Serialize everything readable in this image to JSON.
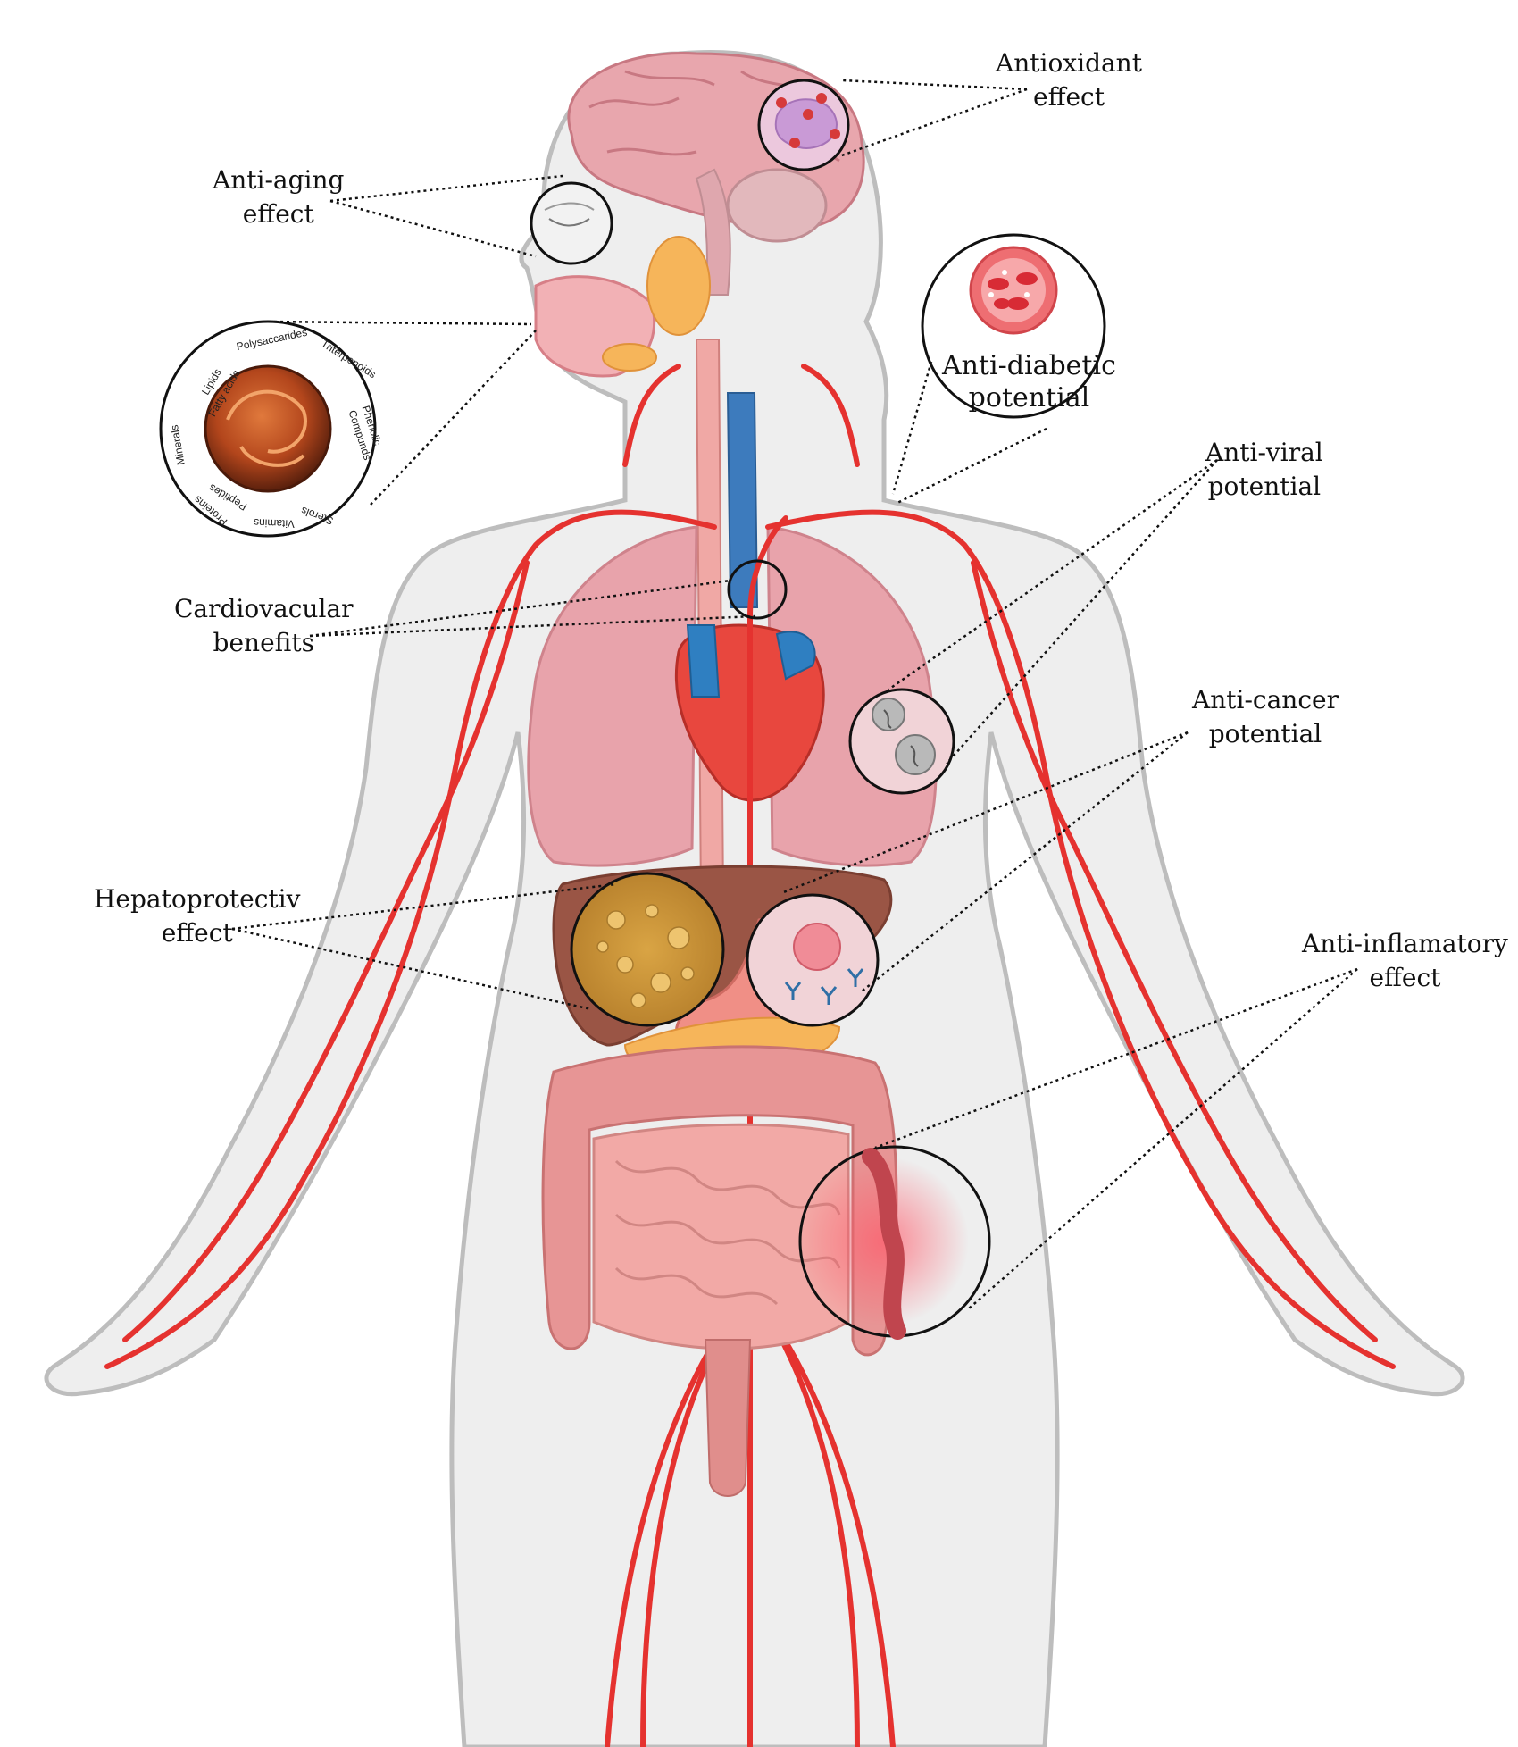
{
  "labels": {
    "antioxidant": [
      "Antioxidant",
      "effect"
    ],
    "anti_aging": [
      "Anti-aging",
      "effect"
    ],
    "anti_diabetic": [
      "Anti-diabetic",
      "potential"
    ],
    "anti_viral": [
      "Anti-viral",
      "potential"
    ],
    "cardiovascular": [
      "Cardiovacular",
      "benefits"
    ],
    "anti_cancer": [
      "Anti-cancer",
      "potential"
    ],
    "hepatoprotective": [
      "Hepatoprotectiv",
      "effect"
    ],
    "anti_inflammatory": [
      "Anti-inflamatory",
      "effect"
    ]
  },
  "mushroom_compounds": {
    "polysaccarides": "Polysaccarides",
    "triterpenoids": "Triterpenoids",
    "phenolic": "Phenolic",
    "compunds": "Compunds",
    "sterols": "Sterols",
    "vitamins": "Vitamins",
    "peptides": "Peptides",
    "proteins": "Proteins",
    "minerals": "Minerals",
    "lipids": "Lipids",
    "fatty_acids": "Fatty acids"
  },
  "colors": {
    "body": "#eeeeee",
    "outline": "#bdbdbd",
    "artery": "#e5322f",
    "lung": "#e8a3ab",
    "heart": "#e8473e",
    "vein": "#2f7fc1",
    "liver": "#9a5545",
    "intestine": "#e79595",
    "brain": "#e8a6ad",
    "fat": "#d9a73e"
  }
}
